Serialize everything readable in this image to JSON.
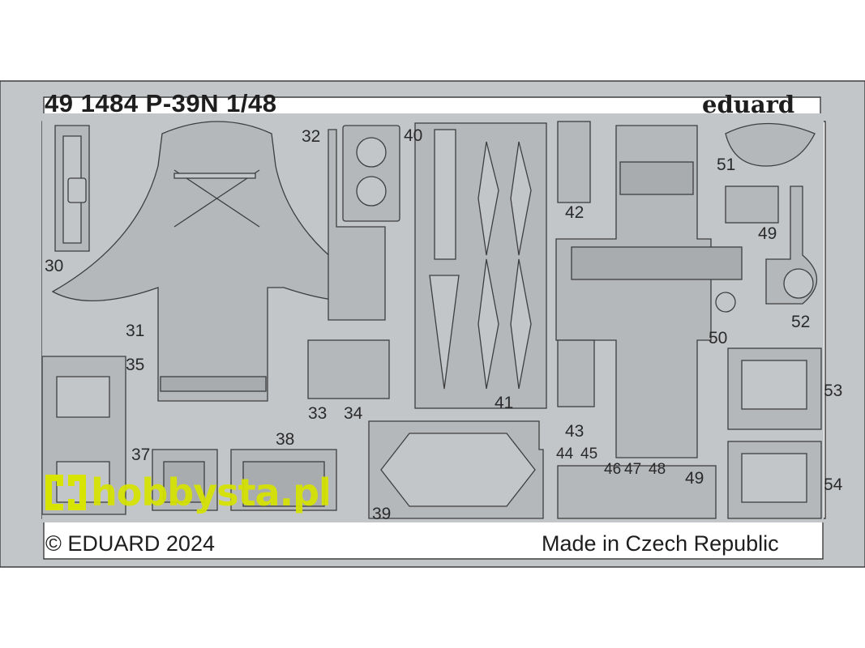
{
  "header": {
    "product_title": "49 1484 P-39N 1/48",
    "brand": "eduard"
  },
  "footer": {
    "copyright": "© EDUARD 2024",
    "origin": "Made in Czech Republic"
  },
  "watermark": {
    "text": "hobbysta.pl",
    "color": "#d7e400"
  },
  "part_numbers": {
    "p30": "30",
    "p31": "31",
    "p32": "32",
    "p33": "33",
    "p34": "34",
    "p35": "35",
    "p37": "37",
    "p38": "38",
    "p39": "39",
    "p40": "40",
    "p41": "41",
    "p42": "42",
    "p43": "43",
    "p44": "44",
    "p45": "45",
    "p46": "46",
    "p47": "47",
    "p48": "48",
    "p49a": "49",
    "p49b": "49",
    "p50": "50",
    "p51": "51",
    "p52": "52",
    "p53": "53",
    "p54": "54"
  },
  "colors": {
    "fret": "#c3c6c9",
    "part": "#b5b8bb",
    "outline": "#3e3e3e"
  }
}
